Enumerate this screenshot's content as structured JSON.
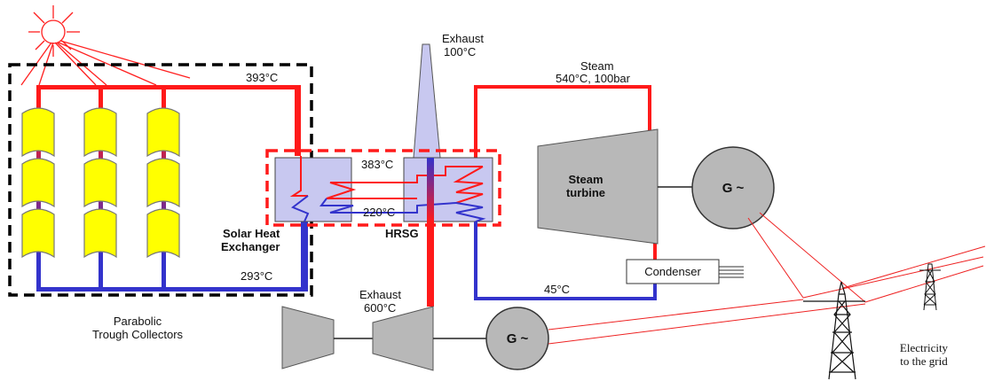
{
  "labels": {
    "exhaust_top": "Exhaust",
    "exhaust_top_temp": "100°C",
    "steam": "Steam",
    "steam_cond": "540°C, 100bar",
    "temp_393": "393°C",
    "temp_383": "383°C",
    "temp_220": "220°C",
    "temp_293": "293°C",
    "temp_45": "45°C",
    "solar_hx_line1": "Solar Heat",
    "solar_hx_line2": "Exchanger",
    "hrsg": "HRSG",
    "steam_turbine_line1": "Steam",
    "steam_turbine_line2": "turbine",
    "generator": "G ~",
    "generator2": "G ~",
    "condenser": "Condenser",
    "exhaust_bottom": "Exhaust",
    "exhaust_bottom_temp": "600°C",
    "collectors_line1": "Parabolic",
    "collectors_line2": "Trough Collectors",
    "grid_line1": "Electricity",
    "grid_line2": "to the grid"
  },
  "colors": {
    "hot": "#ff1a1a",
    "cold": "#3333cc",
    "mirror": "#ffff00",
    "exchanger": "#c8c8f0",
    "turbine": "#b8b8b8",
    "stack": "#c8c8f0",
    "sun": "#ff2020",
    "grid": "#ee2222"
  }
}
